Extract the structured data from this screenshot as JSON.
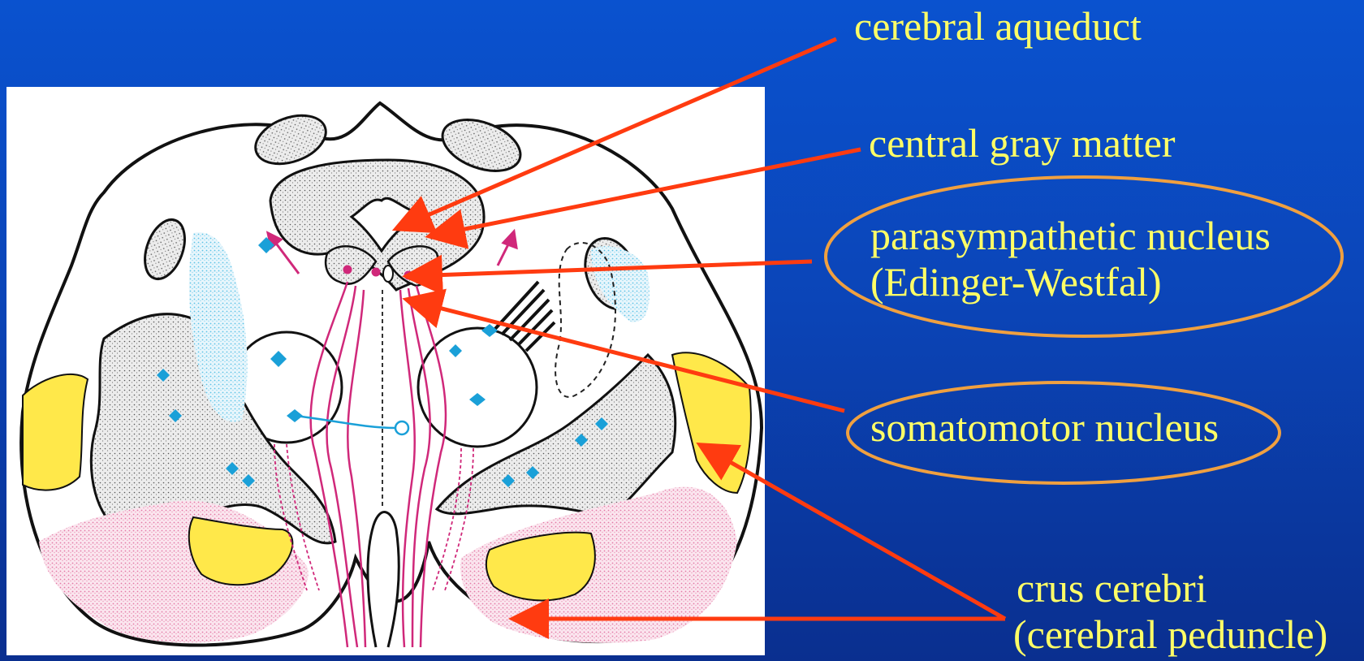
{
  "labels": {
    "cerebral_aqueduct": "cerebral aqueduct",
    "central_gray_matter": "central gray matter",
    "parasympathetic_nucleus": {
      "line1": "parasympathetic nucleus",
      "line2": "(Edinger-Westfal)"
    },
    "somatomotor_nucleus": "somatomotor nucleus",
    "crus_cerebri": {
      "line1": "crus cerebri",
      "line2": "(cerebral peduncle)"
    }
  },
  "colors": {
    "background": "#0a49c4",
    "label_text": "#ffff66",
    "arrow": "#ff3b10",
    "highlight_ellipse": "#f0a040",
    "peduncle_yellow": "#ffe84a",
    "tract_pink": "#d0287a",
    "nucleus_blue": "#1aa0d8"
  }
}
